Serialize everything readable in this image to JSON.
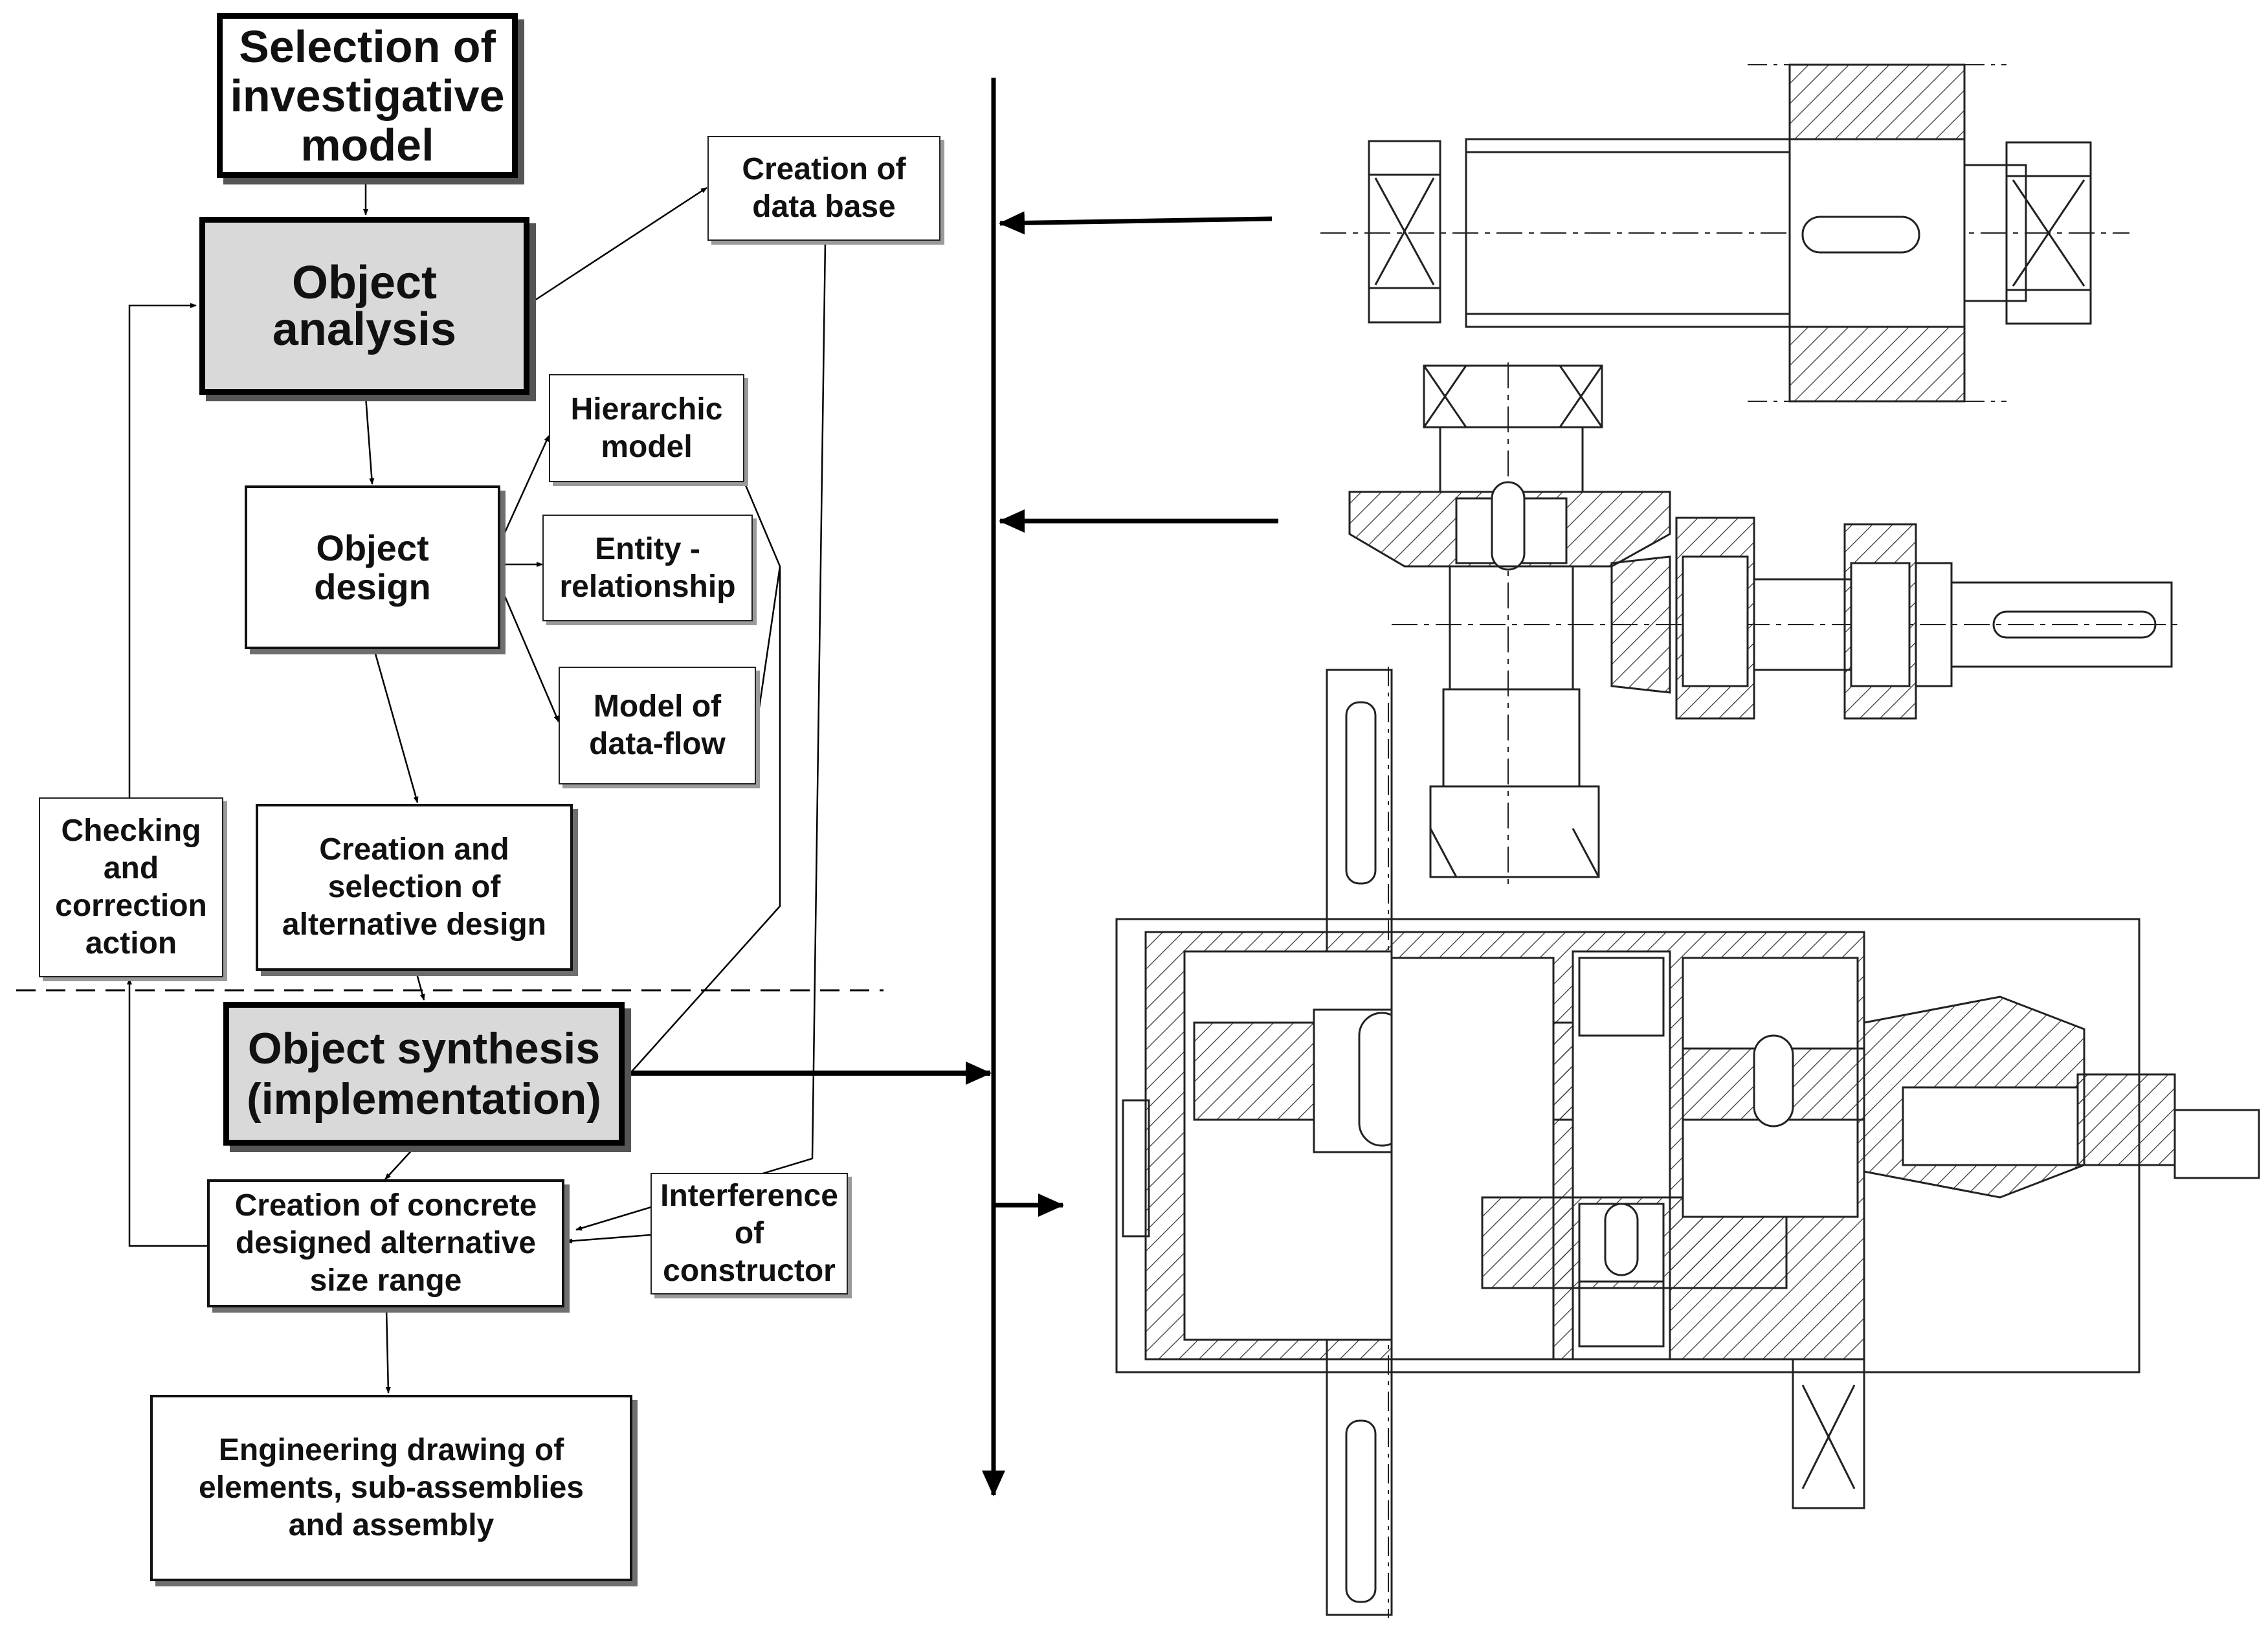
{
  "flowchart": {
    "nodes": [
      {
        "id": "selection",
        "lines": [
          "Selection of",
          "investigative",
          "model"
        ]
      },
      {
        "id": "object_analysis",
        "lines": [
          "Object",
          "analysis"
        ]
      },
      {
        "id": "creation_database",
        "lines": [
          "Creation of",
          "data base"
        ]
      },
      {
        "id": "hierarchic_model",
        "lines": [
          "Hierarchic",
          "model"
        ]
      },
      {
        "id": "object_design",
        "lines": [
          "Object",
          "design"
        ]
      },
      {
        "id": "entity_relationship",
        "lines": [
          "Entity -",
          "relationship"
        ]
      },
      {
        "id": "model_dataflow",
        "lines": [
          "Model of",
          "data-flow"
        ]
      },
      {
        "id": "checking",
        "lines": [
          "Checking",
          "and",
          "correction",
          "action"
        ]
      },
      {
        "id": "alternative_design",
        "lines": [
          "Creation and",
          "selection of",
          "alternative design"
        ]
      },
      {
        "id": "object_synthesis",
        "lines": [
          "Object synthesis",
          "(implementation)"
        ]
      },
      {
        "id": "concrete_range",
        "lines": [
          "Creation of concrete",
          "designed alternative",
          "size range"
        ]
      },
      {
        "id": "interference",
        "lines": [
          "Interference",
          "of",
          "constructor"
        ]
      },
      {
        "id": "engineering_drawing",
        "lines": [
          "Engineering drawing of",
          "elements, sub-assemblies",
          "and assembly"
        ]
      }
    ]
  },
  "drawings": [
    {
      "id": "shaft-with-gear-drawing",
      "icon": "shaft-drawing"
    },
    {
      "id": "bevel-gear-shaft-drawing",
      "icon": "bevel-shaft-drawing"
    },
    {
      "id": "gearbox-assembly-drawing",
      "icon": "gearbox-section-drawing"
    }
  ],
  "colors": {
    "line": "#000000",
    "grey_fill": "#d9d9d9",
    "hatch": "#333333"
  }
}
